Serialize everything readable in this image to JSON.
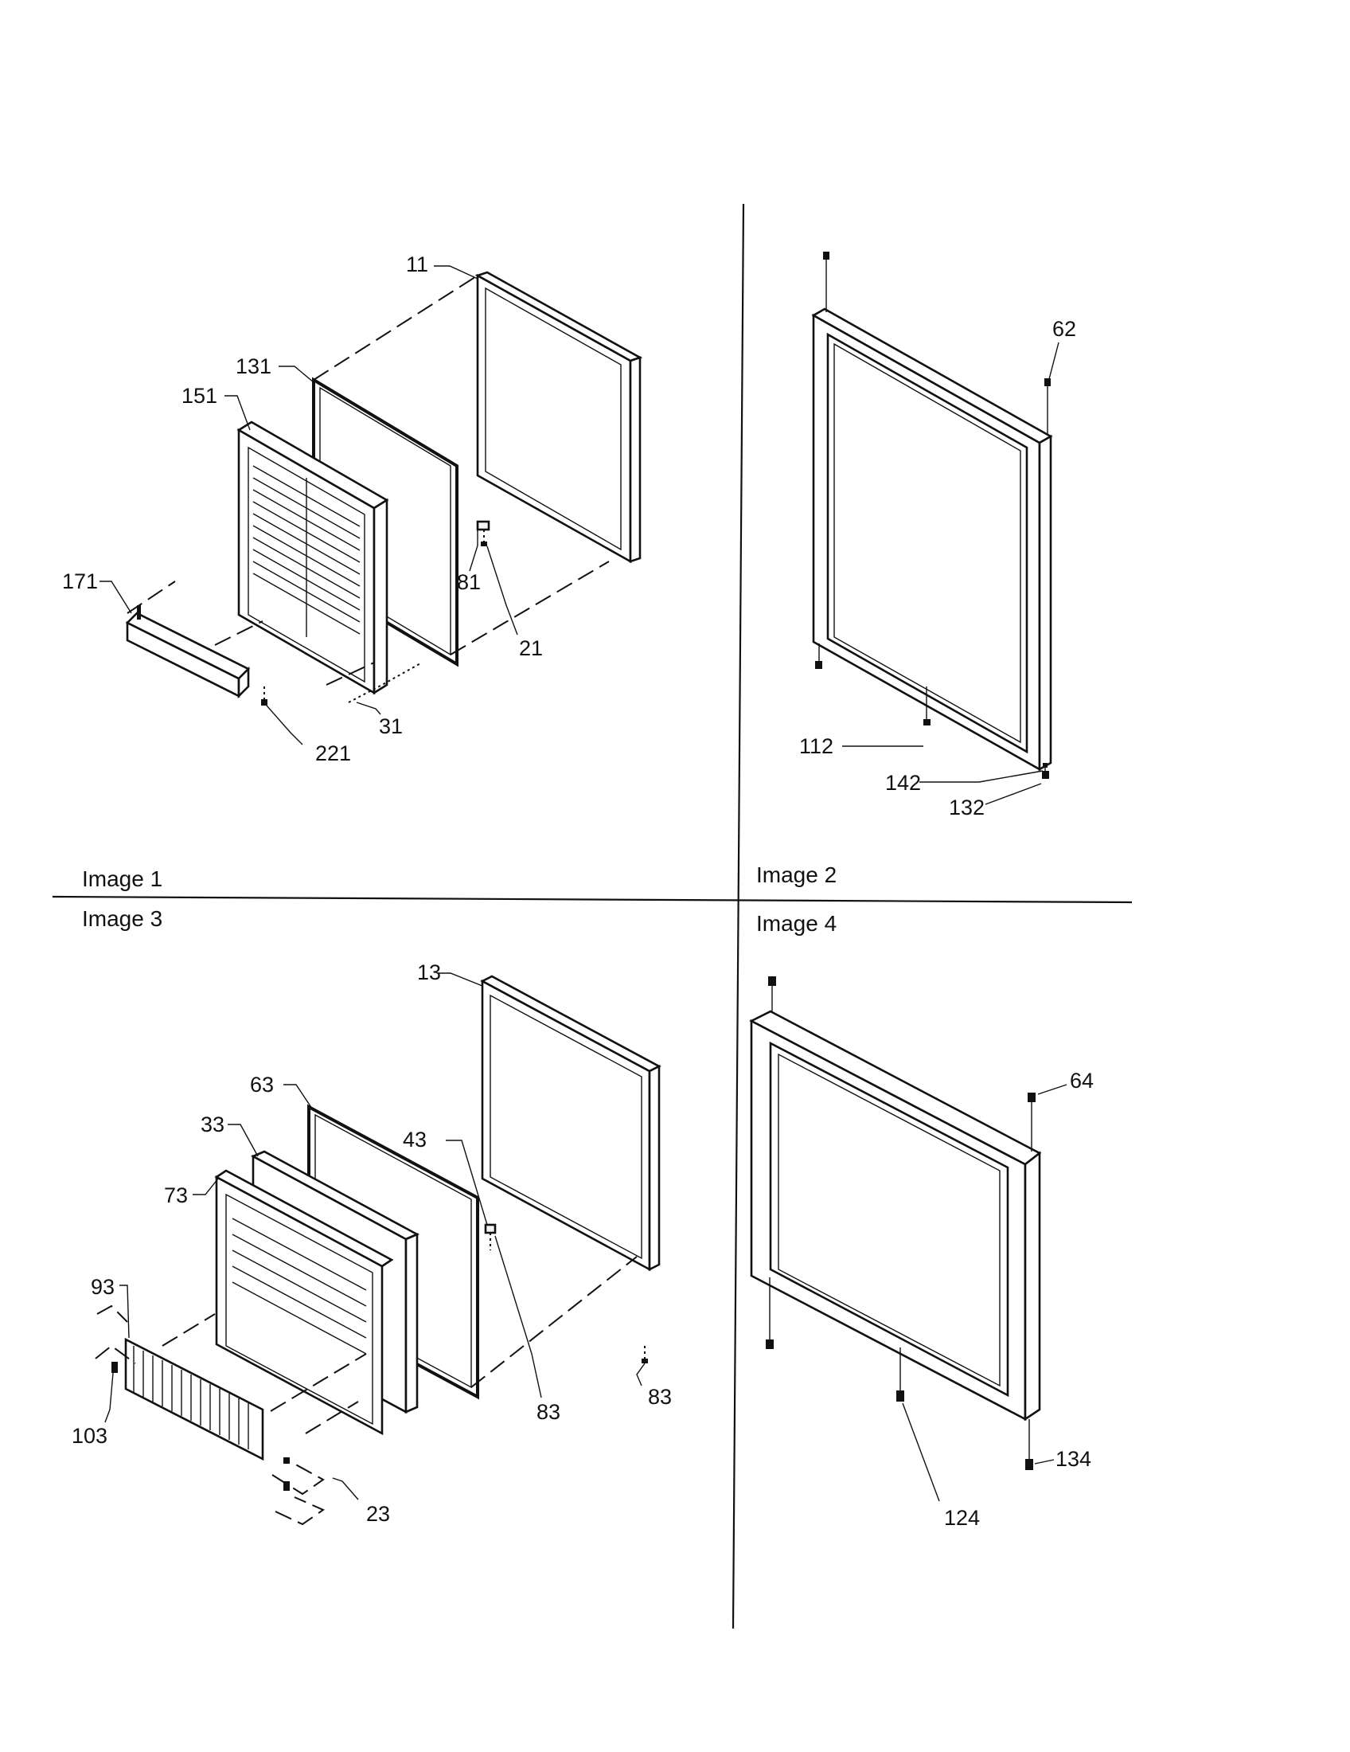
{
  "panels": [
    {
      "title": "Image 1"
    },
    {
      "title": "Image 2"
    },
    {
      "title": "Image 3"
    },
    {
      "title": "Image 4"
    }
  ],
  "callouts": {
    "p1": [
      "11",
      "131",
      "151",
      "171",
      "81",
      "21",
      "31",
      "221"
    ],
    "p2": [
      "62",
      "112",
      "142",
      "132"
    ],
    "p3": [
      "13",
      "63",
      "33",
      "43",
      "73",
      "93",
      "103",
      "83",
      "83",
      "23"
    ],
    "p4": [
      "64",
      "134",
      "124"
    ]
  }
}
